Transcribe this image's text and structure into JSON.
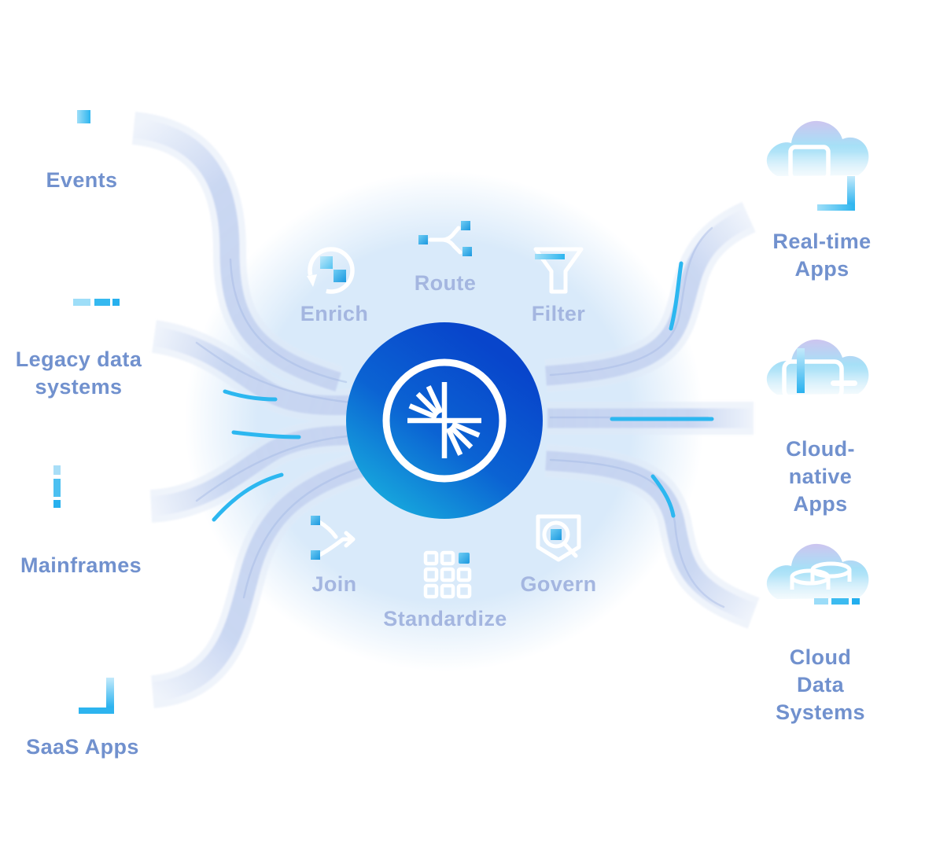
{
  "diagram": {
    "sources": [
      {
        "label": "Events",
        "icon": "event-square-icon"
      },
      {
        "label": "Legacy data\nsystems",
        "icon": "dashed-line-icon"
      },
      {
        "label": "Mainframes",
        "icon": "vertical-dashes-icon"
      },
      {
        "label": "SaaS Apps",
        "icon": "corner-bracket-icon"
      }
    ],
    "capabilities": [
      {
        "label": "Enrich",
        "icon": "refresh-cycle-icon"
      },
      {
        "label": "Route",
        "icon": "fork-split-icon"
      },
      {
        "label": "Filter",
        "icon": "funnel-icon"
      },
      {
        "label": "Join",
        "icon": "merge-arrow-icon"
      },
      {
        "label": "Standardize",
        "icon": "grid-squares-icon"
      },
      {
        "label": "Govern",
        "icon": "shield-magnifier-icon"
      }
    ],
    "destinations": [
      {
        "label": "Real-time\nApps",
        "icon": "cloud-screen-icon"
      },
      {
        "label": "Cloud-native\nApps",
        "icon": "cloud-laptop-icon"
      },
      {
        "label": "Cloud\nData Systems",
        "icon": "cloud-database-icon"
      }
    ],
    "center": {
      "logo": "confluent-starburst-logo"
    },
    "colors": {
      "source_label": "#7191ce",
      "capability_label": "#a4b6e0",
      "accent_cyan": "#2cb7f0",
      "ribbon": "#c6d4f1",
      "glow": "#d9eafa",
      "circle_gradient_start": "#0845cb",
      "circle_gradient_end": "#16a2dc",
      "cloud_top": "#cdc5ef",
      "cloud_bottom": "#a6e0f7"
    }
  }
}
